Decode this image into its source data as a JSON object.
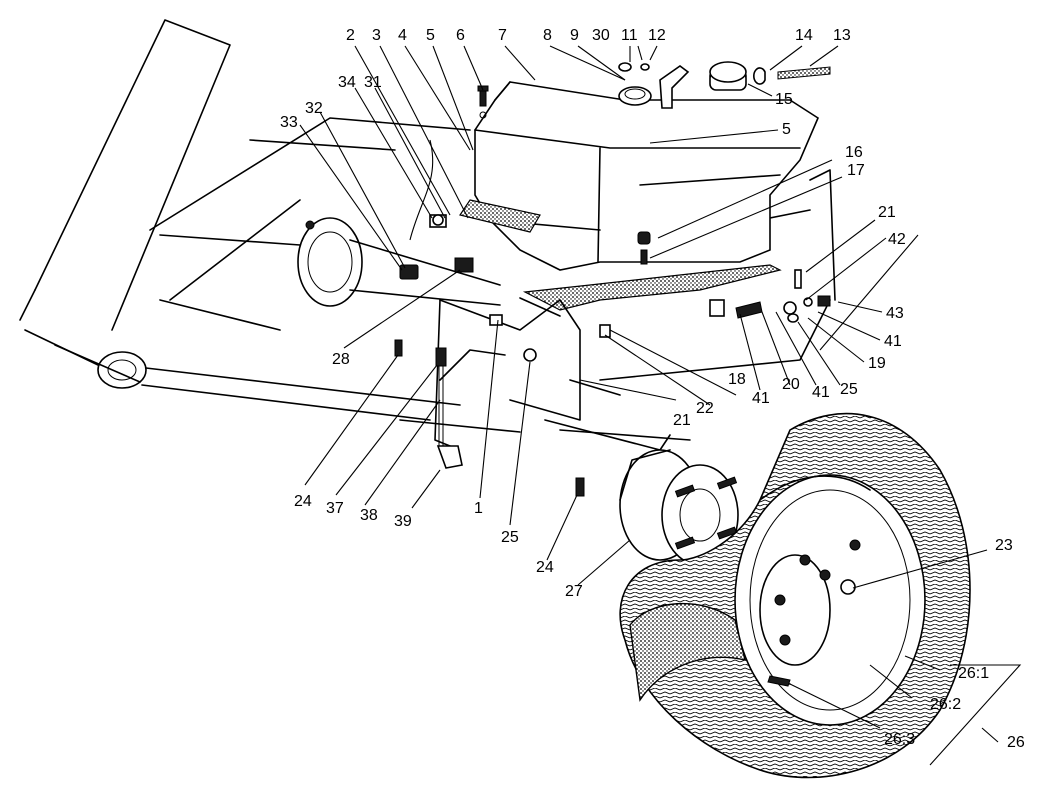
{
  "callouts": {
    "c1": "1",
    "c2": "2",
    "c3": "3",
    "c4": "4",
    "c5a": "5",
    "c5b": "5",
    "c6": "6",
    "c7": "7",
    "c8": "8",
    "c9": "9",
    "c11": "11",
    "c12": "12",
    "c13": "13",
    "c14": "14",
    "c15": "15",
    "c16": "16",
    "c17": "17",
    "c18": "18",
    "c19": "19",
    "c20": "20",
    "c21a": "21",
    "c21b": "21",
    "c22": "22",
    "c23": "23",
    "c24a": "24",
    "c24b": "24",
    "c25a": "25",
    "c25b": "25",
    "c26": "26",
    "c26_1": "26:1",
    "c26_2": "26:2",
    "c26_3": "26:3",
    "c27": "27",
    "c28": "28",
    "c30": "30",
    "c31": "31",
    "c32": "32",
    "c33": "33",
    "c34": "34",
    "c37": "37",
    "c38": "38",
    "c39": "39",
    "c41a": "41",
    "c41b": "41",
    "c41c": "41",
    "c42": "42",
    "c43": "43"
  }
}
